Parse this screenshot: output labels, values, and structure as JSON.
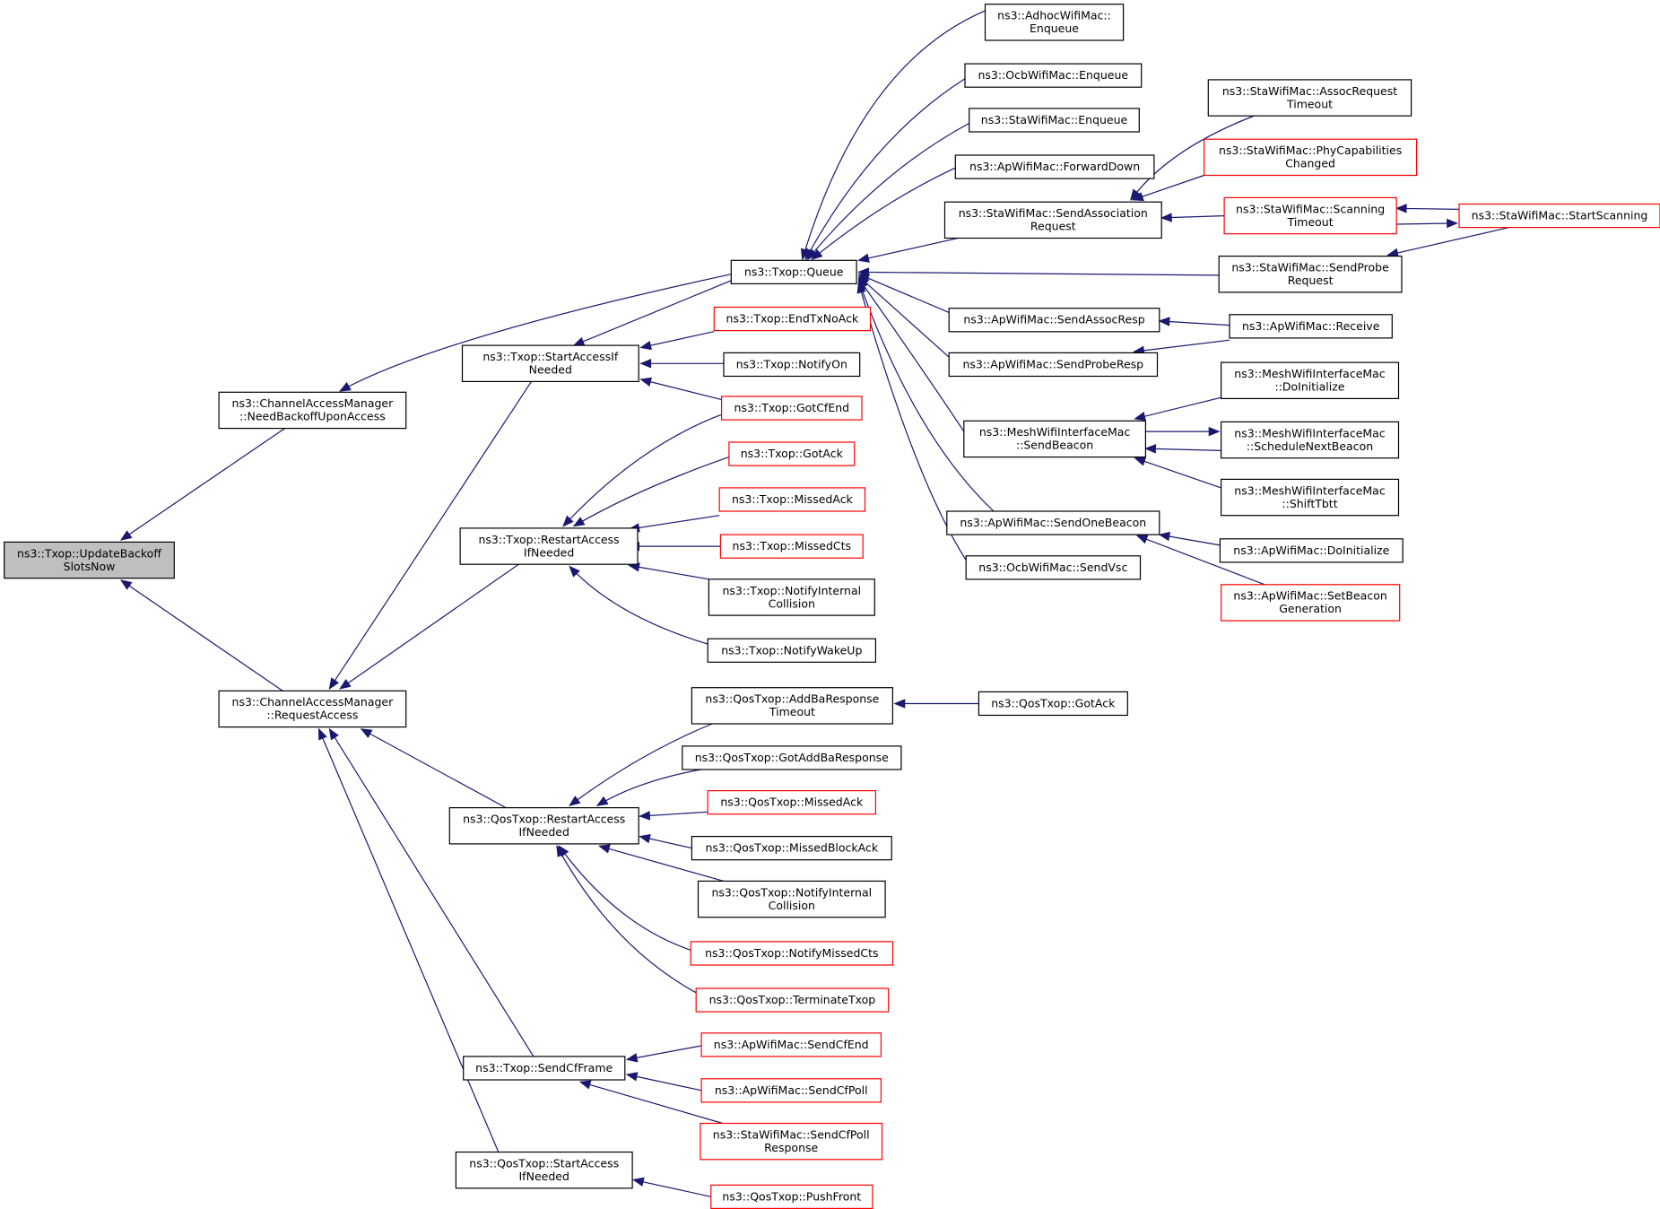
{
  "diagram": {
    "colors": {
      "edge": "#191970",
      "node_border": "#000000",
      "incomplete_border": "#ff0000",
      "focus_fill": "#bfbfbf"
    },
    "nodes": [
      {
        "id": "n0",
        "lines": [
          "ns3::Txop::UpdateBackoff",
          "SlotsNow"
        ],
        "style": "focus"
      },
      {
        "id": "n1",
        "lines": [
          "ns3::ChannelAccessManager",
          "::NeedBackoffUponAccess"
        ],
        "style": "normal"
      },
      {
        "id": "n2",
        "lines": [
          "ns3::ChannelAccessManager",
          "::RequestAccess"
        ],
        "style": "normal"
      },
      {
        "id": "n3",
        "lines": [
          "ns3::Txop::Queue"
        ],
        "style": "normal"
      },
      {
        "id": "n4",
        "lines": [
          "ns3::Txop::StartAccessIf",
          "Needed"
        ],
        "style": "normal"
      },
      {
        "id": "n5",
        "lines": [
          "ns3::Txop::RestartAccess",
          "IfNeeded"
        ],
        "style": "normal"
      },
      {
        "id": "n6",
        "lines": [
          "ns3::QosTxop::RestartAccess",
          "IfNeeded"
        ],
        "style": "normal"
      },
      {
        "id": "n7",
        "lines": [
          "ns3::Txop::SendCfFrame"
        ],
        "style": "normal"
      },
      {
        "id": "n8",
        "lines": [
          "ns3::QosTxop::StartAccess",
          "IfNeeded"
        ],
        "style": "normal"
      },
      {
        "id": "n9",
        "lines": [
          "ns3::AdhocWifiMac::",
          "Enqueue"
        ],
        "style": "normal"
      },
      {
        "id": "n10",
        "lines": [
          "ns3::OcbWifiMac::Enqueue"
        ],
        "style": "normal"
      },
      {
        "id": "n11",
        "lines": [
          "ns3::StaWifiMac::Enqueue"
        ],
        "style": "normal"
      },
      {
        "id": "n12",
        "lines": [
          "ns3::ApWifiMac::ForwardDown"
        ],
        "style": "normal"
      },
      {
        "id": "n13",
        "lines": [
          "ns3::StaWifiMac::SendAssociation",
          "Request"
        ],
        "style": "normal"
      },
      {
        "id": "n14",
        "lines": [
          "ns3::StaWifiMac::SendProbe",
          "Request"
        ],
        "style": "normal"
      },
      {
        "id": "n15",
        "lines": [
          "ns3::ApWifiMac::SendAssocResp"
        ],
        "style": "normal"
      },
      {
        "id": "n16",
        "lines": [
          "ns3::ApWifiMac::SendProbeResp"
        ],
        "style": "normal"
      },
      {
        "id": "n17",
        "lines": [
          "ns3::MeshWifiInterfaceMac",
          "::SendBeacon"
        ],
        "style": "normal"
      },
      {
        "id": "n18",
        "lines": [
          "ns3::ApWifiMac::SendOneBeacon"
        ],
        "style": "normal"
      },
      {
        "id": "n19",
        "lines": [
          "ns3::OcbWifiMac::SendVsc"
        ],
        "style": "normal"
      },
      {
        "id": "n20",
        "lines": [
          "ns3::StaWifiMac::AssocRequest",
          "Timeout"
        ],
        "style": "normal"
      },
      {
        "id": "n21",
        "lines": [
          "ns3::StaWifiMac::PhyCapabilities",
          "Changed"
        ],
        "style": "red"
      },
      {
        "id": "n22",
        "lines": [
          "ns3::StaWifiMac::Scanning",
          "Timeout"
        ],
        "style": "red"
      },
      {
        "id": "n23",
        "lines": [
          "ns3::StaWifiMac::StartScanning"
        ],
        "style": "red"
      },
      {
        "id": "n24",
        "lines": [
          "ns3::ApWifiMac::Receive"
        ],
        "style": "normal"
      },
      {
        "id": "n25",
        "lines": [
          "ns3::MeshWifiInterfaceMac",
          "::DoInitialize"
        ],
        "style": "normal"
      },
      {
        "id": "n26",
        "lines": [
          "ns3::MeshWifiInterfaceMac",
          "::ScheduleNextBeacon"
        ],
        "style": "normal"
      },
      {
        "id": "n27",
        "lines": [
          "ns3::MeshWifiInterfaceMac",
          "::ShiftTbtt"
        ],
        "style": "normal"
      },
      {
        "id": "n28",
        "lines": [
          "ns3::ApWifiMac::DoInitialize"
        ],
        "style": "normal"
      },
      {
        "id": "n29",
        "lines": [
          "ns3::ApWifiMac::SetBeacon",
          "Generation"
        ],
        "style": "red"
      },
      {
        "id": "n30",
        "lines": [
          "ns3::Txop::EndTxNoAck"
        ],
        "style": "red"
      },
      {
        "id": "n31",
        "lines": [
          "ns3::Txop::NotifyOn"
        ],
        "style": "normal"
      },
      {
        "id": "n32",
        "lines": [
          "ns3::Txop::GotCfEnd"
        ],
        "style": "red"
      },
      {
        "id": "n33",
        "lines": [
          "ns3::Txop::GotAck"
        ],
        "style": "red"
      },
      {
        "id": "n34",
        "lines": [
          "ns3::Txop::MissedAck"
        ],
        "style": "red"
      },
      {
        "id": "n35",
        "lines": [
          "ns3::Txop::MissedCts"
        ],
        "style": "red"
      },
      {
        "id": "n36",
        "lines": [
          "ns3::Txop::NotifyInternal",
          "Collision"
        ],
        "style": "normal"
      },
      {
        "id": "n37",
        "lines": [
          "ns3::Txop::NotifyWakeUp"
        ],
        "style": "normal"
      },
      {
        "id": "n38",
        "lines": [
          "ns3::QosTxop::AddBaResponse",
          "Timeout"
        ],
        "style": "normal"
      },
      {
        "id": "n39",
        "lines": [
          "ns3::QosTxop::GotAck"
        ],
        "style": "normal"
      },
      {
        "id": "n40",
        "lines": [
          "ns3::QosTxop::GotAddBaResponse"
        ],
        "style": "normal"
      },
      {
        "id": "n41",
        "lines": [
          "ns3::QosTxop::MissedAck"
        ],
        "style": "red"
      },
      {
        "id": "n42",
        "lines": [
          "ns3::QosTxop::MissedBlockAck"
        ],
        "style": "normal"
      },
      {
        "id": "n43",
        "lines": [
          "ns3::QosTxop::NotifyInternal",
          "Collision"
        ],
        "style": "normal"
      },
      {
        "id": "n44",
        "lines": [
          "ns3::QosTxop::NotifyMissedCts"
        ],
        "style": "red"
      },
      {
        "id": "n45",
        "lines": [
          "ns3::QosTxop::TerminateTxop"
        ],
        "style": "red"
      },
      {
        "id": "n46",
        "lines": [
          "ns3::ApWifiMac::SendCfEnd"
        ],
        "style": "red"
      },
      {
        "id": "n47",
        "lines": [
          "ns3::ApWifiMac::SendCfPoll"
        ],
        "style": "red"
      },
      {
        "id": "n48",
        "lines": [
          "ns3::StaWifiMac::SendCfPoll",
          "Response"
        ],
        "style": "red"
      },
      {
        "id": "n49",
        "lines": [
          "ns3::QosTxop::PushFront"
        ],
        "style": "red"
      }
    ],
    "edges": [
      {
        "from": "n1",
        "to": "n0"
      },
      {
        "from": "n2",
        "to": "n0"
      },
      {
        "from": "n3",
        "to": "n1"
      },
      {
        "from": "n4",
        "to": "n2"
      },
      {
        "from": "n5",
        "to": "n2"
      },
      {
        "from": "n6",
        "to": "n2"
      },
      {
        "from": "n7",
        "to": "n2"
      },
      {
        "from": "n8",
        "to": "n2"
      },
      {
        "from": "n3",
        "to": "n4"
      },
      {
        "from": "n9",
        "to": "n3"
      },
      {
        "from": "n10",
        "to": "n3"
      },
      {
        "from": "n11",
        "to": "n3"
      },
      {
        "from": "n12",
        "to": "n3"
      },
      {
        "from": "n13",
        "to": "n3"
      },
      {
        "from": "n14",
        "to": "n3"
      },
      {
        "from": "n15",
        "to": "n3"
      },
      {
        "from": "n16",
        "to": "n3"
      },
      {
        "from": "n17",
        "to": "n3"
      },
      {
        "from": "n18",
        "to": "n3"
      },
      {
        "from": "n19",
        "to": "n3"
      },
      {
        "from": "n20",
        "to": "n13"
      },
      {
        "from": "n21",
        "to": "n13"
      },
      {
        "from": "n22",
        "to": "n13"
      },
      {
        "from": "n23",
        "to": "n22"
      },
      {
        "from": "n22",
        "to": "n23"
      },
      {
        "from": "n23",
        "to": "n14"
      },
      {
        "from": "n24",
        "to": "n15"
      },
      {
        "from": "n24",
        "to": "n16"
      },
      {
        "from": "n25",
        "to": "n17"
      },
      {
        "from": "n26",
        "to": "n17"
      },
      {
        "from": "n17",
        "to": "n26"
      },
      {
        "from": "n27",
        "to": "n17"
      },
      {
        "from": "n28",
        "to": "n18"
      },
      {
        "from": "n29",
        "to": "n18"
      },
      {
        "from": "n30",
        "to": "n4"
      },
      {
        "from": "n31",
        "to": "n4"
      },
      {
        "from": "n32",
        "to": "n4"
      },
      {
        "from": "n32",
        "to": "n5"
      },
      {
        "from": "n33",
        "to": "n5"
      },
      {
        "from": "n34",
        "to": "n5"
      },
      {
        "from": "n35",
        "to": "n5"
      },
      {
        "from": "n36",
        "to": "n5"
      },
      {
        "from": "n37",
        "to": "n5"
      },
      {
        "from": "n39",
        "to": "n38"
      },
      {
        "from": "n38",
        "to": "n6"
      },
      {
        "from": "n40",
        "to": "n6"
      },
      {
        "from": "n41",
        "to": "n6"
      },
      {
        "from": "n42",
        "to": "n6"
      },
      {
        "from": "n43",
        "to": "n6"
      },
      {
        "from": "n44",
        "to": "n6"
      },
      {
        "from": "n45",
        "to": "n6"
      },
      {
        "from": "n46",
        "to": "n7"
      },
      {
        "from": "n47",
        "to": "n7"
      },
      {
        "from": "n48",
        "to": "n7"
      },
      {
        "from": "n49",
        "to": "n8"
      }
    ]
  }
}
